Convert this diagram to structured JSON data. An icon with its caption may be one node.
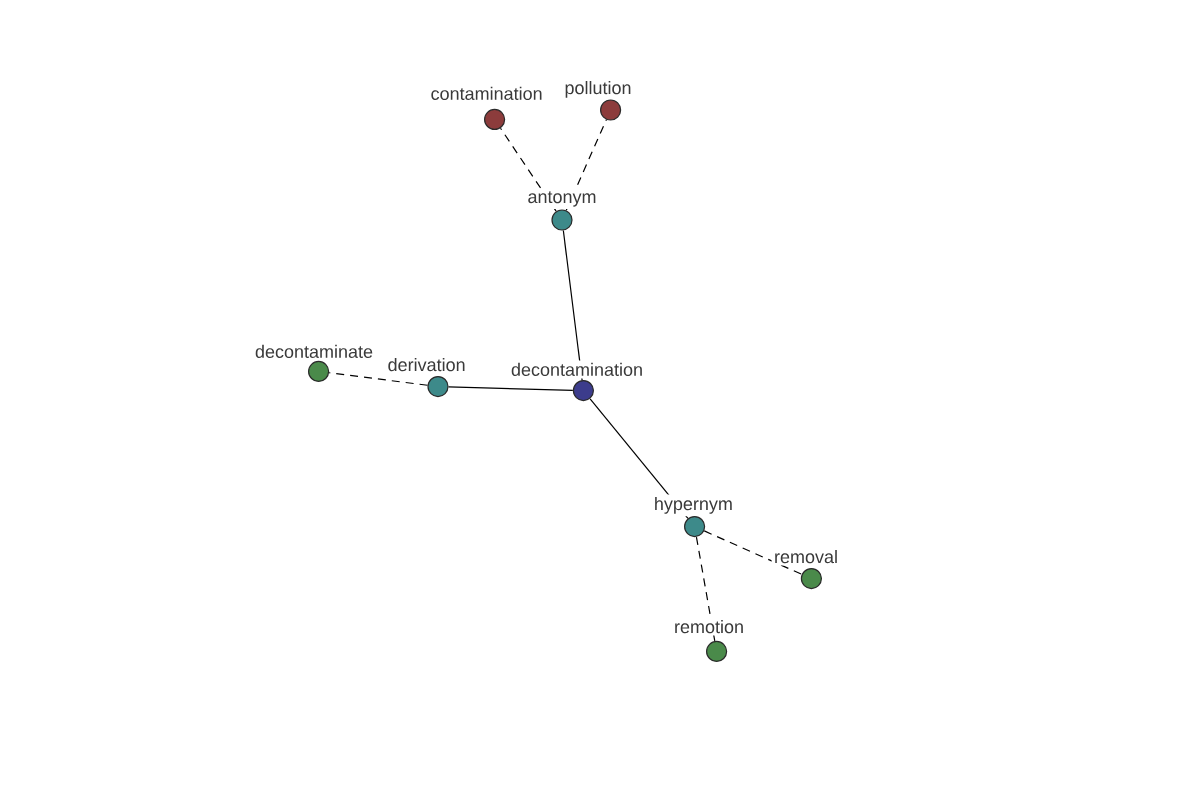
{
  "diagram": {
    "nodes": [
      {
        "text": [
          "contamination"
        ]
      },
      {
        "text": [
          "pollution"
        ]
      },
      {
        "text": [
          "antonym"
        ]
      },
      {
        "text": [
          "decontaminate"
        ]
      },
      {
        "text": [
          "derivation"
        ]
      },
      {
        "text": [
          "decontamination"
        ]
      },
      {
        "text": [
          "hypernym"
        ]
      },
      {
        "text": [
          "removal"
        ]
      },
      {
        "text": [
          "remotion"
        ]
      }
    ],
    "edges": [
      {
        "from": 5,
        "to": 2,
        "arrow": "none"
      },
      {
        "from": 5,
        "to": 4,
        "arrow": "none"
      },
      {
        "from": 5,
        "to": 6,
        "arrow": "none"
      },
      {
        "from": 2,
        "to": 0,
        "arrow": "none",
        "style": "dashed"
      },
      {
        "from": 2,
        "to": 1,
        "arrow": "none",
        "style": "dashed"
      },
      {
        "from": 4,
        "to": 3,
        "arrow": "none",
        "style": "dashed"
      },
      {
        "from": 6,
        "to": 7,
        "arrow": "none",
        "style": "dashed"
      },
      {
        "from": 6,
        "to": 8,
        "arrow": "none",
        "style": "dashed"
      }
    ]
  }
}
